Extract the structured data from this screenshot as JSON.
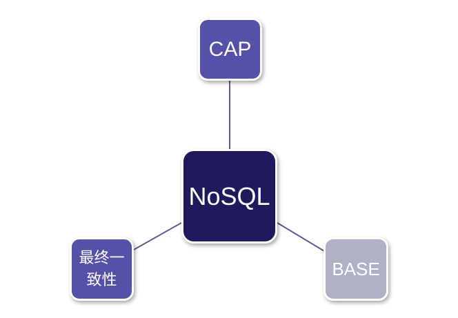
{
  "diagram": {
    "center": {
      "label": "NoSQL",
      "color": "#1f1a5c"
    },
    "nodes": [
      {
        "id": "top",
        "label": "CAP",
        "color": "#5551a8"
      },
      {
        "id": "left",
        "label": "最终一致性",
        "color": "#5551a8"
      },
      {
        "id": "right",
        "label": "BASE",
        "color": "#b0b0c6"
      }
    ],
    "connector_color": "#5a5a96"
  }
}
